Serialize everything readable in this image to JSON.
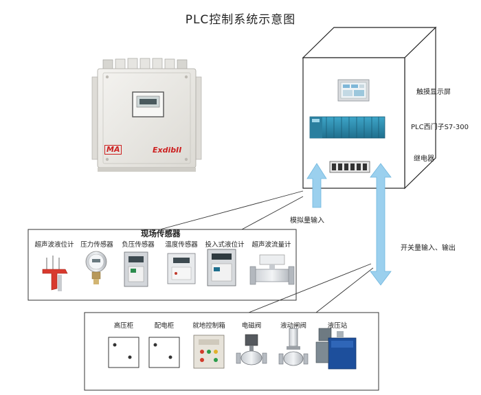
{
  "title": "PLC控制系统示意图",
  "device_panel": {
    "logo": "MA",
    "marking": "ExdibII"
  },
  "cabinet": {
    "labels": {
      "touch_screen": "触摸显示屏",
      "plc": "PLC西门子S7-300",
      "relay": "继电器"
    }
  },
  "arrows": {
    "analog_input": "模拟量输入",
    "digital_io": "开关量输入、输出"
  },
  "sensors": {
    "group_title": "现场传感器",
    "items": [
      {
        "label": "超声波液位计",
        "icon": "ultrasonic-level-meter-icon"
      },
      {
        "label": "压力传感器",
        "icon": "pressure-sensor-icon"
      },
      {
        "label": "负压传感器",
        "icon": "negative-pressure-sensor-icon"
      },
      {
        "label": "温度传感器",
        "icon": "temperature-sensor-icon"
      },
      {
        "label": "投入式液位计",
        "icon": "submersible-level-meter-icon"
      },
      {
        "label": "超声波流量计",
        "icon": "ultrasonic-flow-meter-icon"
      }
    ]
  },
  "actuators": {
    "items": [
      {
        "label": "高压柜",
        "icon": "high-voltage-cabinet-icon"
      },
      {
        "label": "配电柜",
        "icon": "distribution-cabinet-icon"
      },
      {
        "label": "就地控制箱",
        "icon": "local-control-box-icon"
      },
      {
        "label": "电磁阀",
        "icon": "solenoid-valve-icon"
      },
      {
        "label": "液动闸阀",
        "icon": "hydraulic-gate-valve-icon"
      },
      {
        "label": "液压站",
        "icon": "hydraulic-station-icon"
      }
    ]
  },
  "colors": {
    "arrow": "#9bd0ee",
    "plc_module": "#2f8fb0",
    "device_panel": "#ecebe7",
    "logo_red": "#cc1f1f"
  }
}
